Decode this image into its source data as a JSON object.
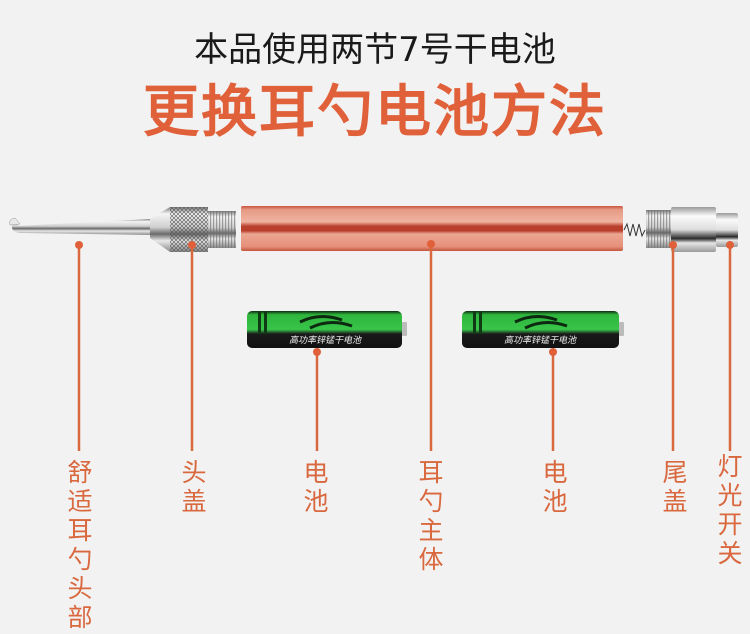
{
  "header": {
    "subtitle": "本品使用两节7号干电池",
    "title": "更换耳勺电池方法"
  },
  "battery": {
    "print": "高功率锌锰干电池"
  },
  "labels": [
    {
      "id": "ear-spoon-head",
      "text": "舒适耳勺头部"
    },
    {
      "id": "head-cap",
      "text": "头盖"
    },
    {
      "id": "battery-1",
      "text": "电池"
    },
    {
      "id": "main-body",
      "text": "耳勺主体"
    },
    {
      "id": "battery-2",
      "text": "电池"
    },
    {
      "id": "tail-cap",
      "text": "尾盖"
    },
    {
      "id": "light-switch",
      "text": "灯光开关"
    }
  ],
  "colors": {
    "accent": "#e0603a",
    "label": "#d9683f",
    "leader": "#d9683f",
    "tube": "#e8907a",
    "battery_green": "#2db33a",
    "background": "#f2f2f2"
  }
}
